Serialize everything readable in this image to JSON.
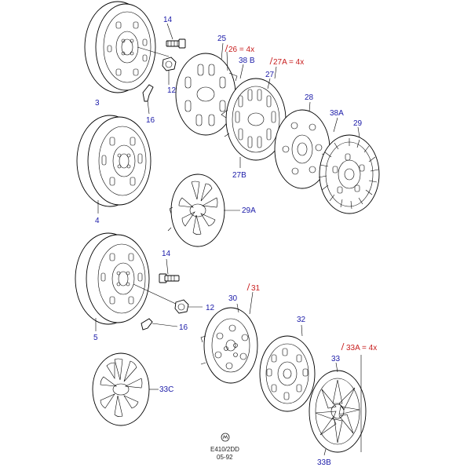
{
  "labels": {
    "l3": "3",
    "l4": "4",
    "l5": "5",
    "l14a": "14",
    "l12a": "12",
    "l16a": "16",
    "l14b": "14",
    "l12b": "12",
    "l16b": "16",
    "l25": "25",
    "l26": "26 = 4x",
    "l38b": "38 B",
    "l27a": "27A = 4x",
    "l27": "27",
    "l27b": "27B",
    "l28": "28",
    "l38a": "38A",
    "l29": "29",
    "l29a": "29A",
    "l30": "30",
    "l31": "31",
    "l32": "32",
    "l33a": "33A = 4x",
    "l33": "33",
    "l33b": "33B",
    "l33c": "33C"
  },
  "footer": {
    "code": "E410/2DD",
    "date": "05-92"
  },
  "colors": {
    "callout": "#1a1aa8",
    "note": "#c81e1e",
    "line": "#000000"
  }
}
